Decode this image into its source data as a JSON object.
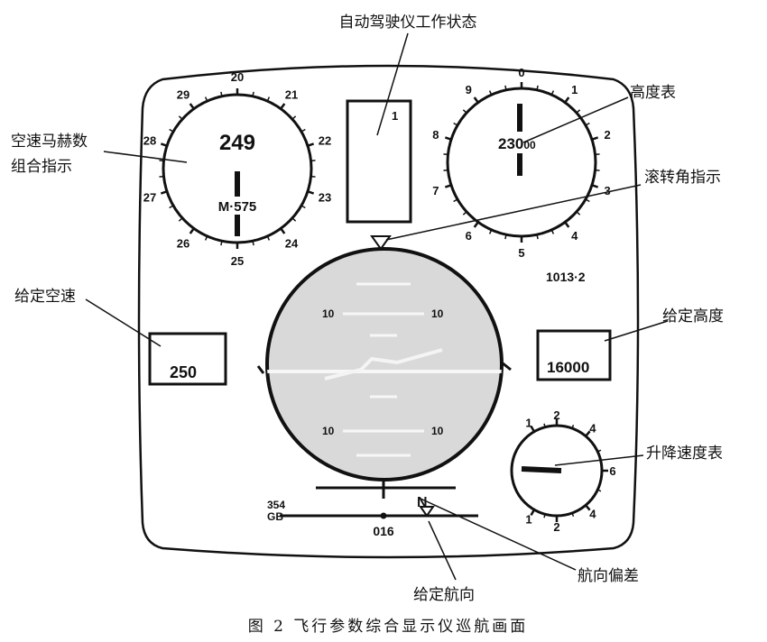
{
  "labels": {
    "autopilot_status": "自动驾驶仪工作状态",
    "altimeter": "高度表",
    "airspeed_mach": "空速马赫数",
    "airspeed_mach_2": "组合指示",
    "roll_indicator": "滚转角指示",
    "set_airspeed": "给定空速",
    "set_altitude": "给定高度",
    "vsi": "升降速度表",
    "heading_deviation": "航向偏差",
    "set_heading": "给定航向"
  },
  "caption": "图 2   飞行参数综合显示仪巡航画面",
  "airspeed_dial": {
    "speed": "249",
    "mach": "M·575",
    "ticks": [
      "20",
      "21",
      "22",
      "23",
      "24",
      "25",
      "26",
      "27",
      "28",
      "29"
    ]
  },
  "autopilot_box": {
    "value": "1"
  },
  "altimeter_dial": {
    "altitude_main": "230",
    "altitude_small": "00",
    "ticks": [
      "0",
      "1",
      "2",
      "3",
      "4",
      "5",
      "6",
      "7",
      "8",
      "9"
    ]
  },
  "pressure": "1013·2",
  "set_speed_value": "250",
  "set_altitude_value": "16000",
  "attitude": {
    "pitch_labels": [
      "10",
      "10",
      "10",
      "10"
    ]
  },
  "vsi_dial": {
    "ticks": [
      "1",
      "2",
      "4",
      "6",
      "4",
      "2",
      "1"
    ]
  },
  "heading": {
    "left_value": "354",
    "left_sub": "GB",
    "center_value": "016",
    "marker": "N"
  },
  "colors": {
    "ink": "#111111",
    "ball": "#d9d9d9",
    "screen_bg": "#ffffff"
  }
}
